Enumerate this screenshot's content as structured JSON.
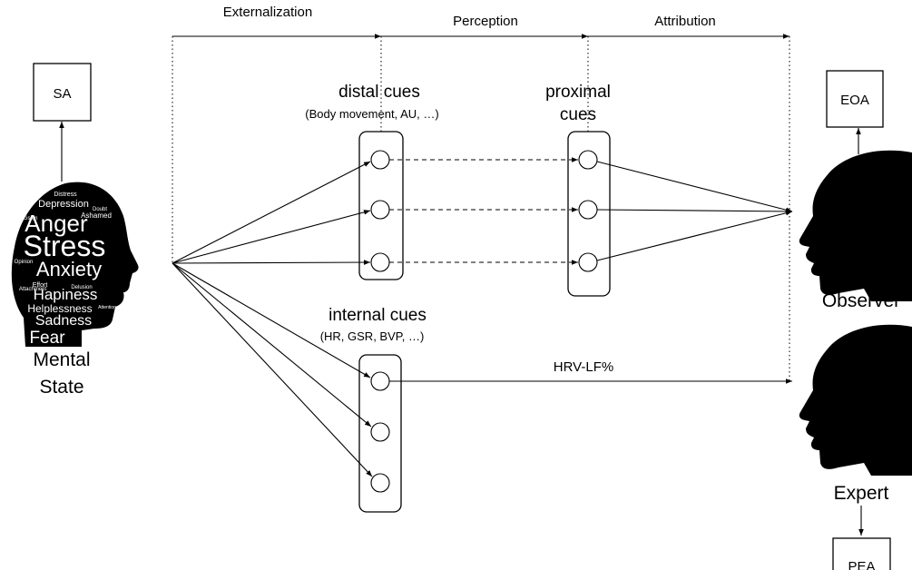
{
  "phases": {
    "externalization": "Externalization",
    "perception": "Perception",
    "attribution": "Attribution"
  },
  "boxes": {
    "sa": "SA",
    "eoa": "EOA",
    "pea": "PEA"
  },
  "mental_state": {
    "line1": "Mental",
    "line2": "State",
    "word_cloud": [
      "Distress",
      "Depression",
      "Anger",
      "Stress",
      "Anxiety",
      "Hapiness",
      "Helplessness",
      "Sadness",
      "Fear",
      "Ashamed",
      "Doubt",
      "Effort",
      "Delusion",
      "Attachment",
      "Decision",
      "Opinion",
      "Attention"
    ]
  },
  "distal": {
    "title": "distal cues",
    "subtitle": "(Body movement, AU, …)"
  },
  "proximal": {
    "line1": "proximal",
    "line2": "cues"
  },
  "internal": {
    "title": "internal cues",
    "subtitle": "(HR, GSR, BVP, …)"
  },
  "edge_label_hrv": "HRV-LF%",
  "observer_label": "Observer",
  "expert_label": "Expert"
}
